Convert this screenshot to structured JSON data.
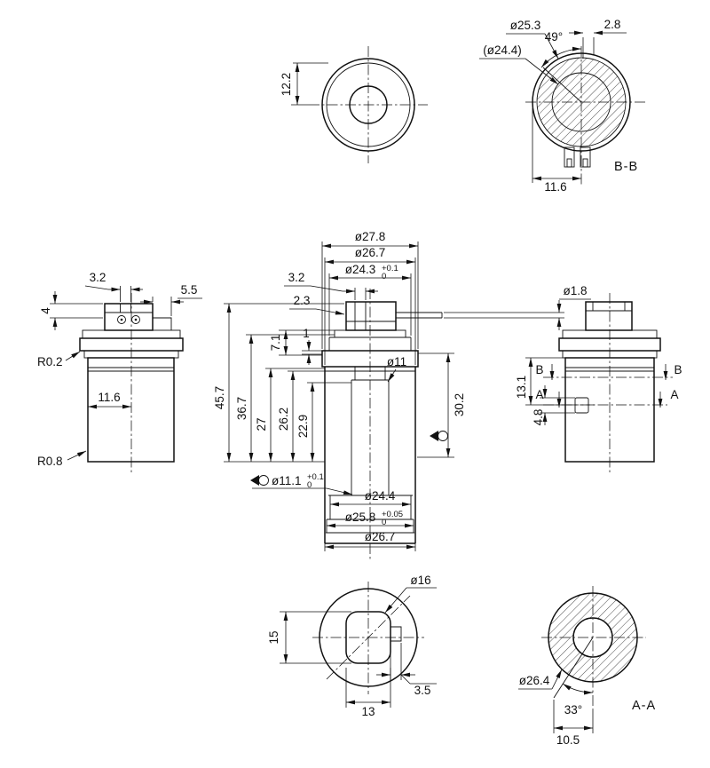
{
  "page": {
    "background": "#ffffff",
    "line_color": "#111111"
  },
  "views": {
    "top_view": {
      "dim_radius": "12.2"
    },
    "section_b_b": {
      "title": "B-B",
      "dia_outer": "ø25.3",
      "dia_inner_ref": "(ø24.4)",
      "angle": "49°",
      "dim_top": "2.8",
      "dim_bottom": "11.6"
    },
    "side_view_left": {
      "dim_slot": "3.2",
      "dim_tab": "5.5",
      "dim_height": "4",
      "radius_flange": "R0.2",
      "dim_center_offset": "11.6",
      "radius_bottom": "R0.8"
    },
    "front_section": {
      "dia_flange": "ø27.8",
      "dia_body": "ø26.7",
      "dia_top": "ø24.3",
      "dia_top_tol_upper": "+0.1",
      "dia_top_tol_lower": "0",
      "dim_slot": "3.2",
      "dim_step": "2.3",
      "dia_terminal": "ø1.8",
      "dim_collar": "7.1",
      "dim_rib": "1",
      "height_total": "45.7",
      "height_2": "36.7",
      "height_3": "27",
      "height_4": "26.2",
      "height_5": "22.9",
      "dia_tube": "ø11",
      "depth_right": "30.2",
      "dia_bore": "ø11.1",
      "dia_bore_tol_upper": "+0.1",
      "dia_bore_tol_lower": "0",
      "dia_cavity": "ø24.4",
      "dia_counterbore": "ø25.8",
      "dia_counterbore_tol_upper": "+0.05",
      "dia_counterbore_tol_lower": "0",
      "dia_bottom": "ø26.7"
    },
    "side_view_right": {
      "section_b": "B",
      "section_a": "A",
      "dim_hole_offset": "13.1",
      "dim_hole_dia": "4.8"
    },
    "bottom_view": {
      "dia_boss": "ø16",
      "dim_height": "15",
      "dim_notch": "3.5",
      "dim_width": "13"
    },
    "section_a_a": {
      "title": "A-A",
      "dia": "ø26.4",
      "angle": "33°",
      "dim_offset": "10.5"
    }
  }
}
